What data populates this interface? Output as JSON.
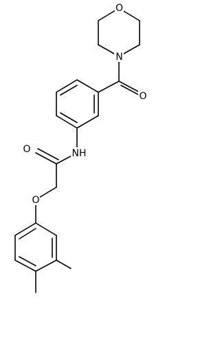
{
  "molecule": {
    "atom_labels": {
      "morpholine_oxygen": "O",
      "morpholine_nitrogen": "N",
      "carbonyl_oxygen_amide_morpholine": "O",
      "amide_nitrogen": "NH",
      "carbonyl_oxygen_acetamide": "O",
      "ether_oxygen": "O"
    },
    "colors": {
      "bond": "#000000",
      "label": "#000000",
      "background": "#ffffff"
    }
  }
}
